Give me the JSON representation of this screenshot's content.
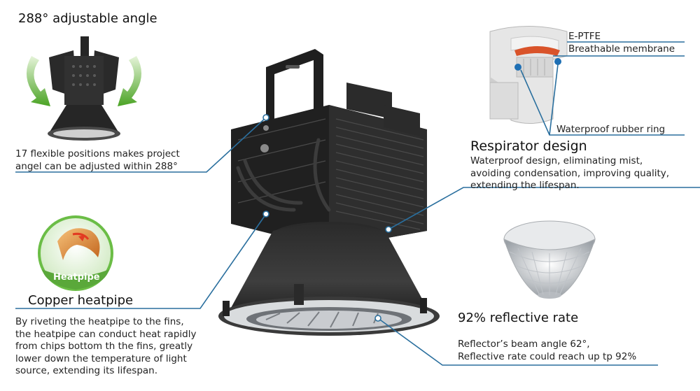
{
  "angle": {
    "title": "288° adjustable angle",
    "desc": "17 flexible positions makes project\nangel can be adjusted within 288°"
  },
  "membrane": {
    "eptfe_label": "E-PTFE",
    "membrane_label": "Breathable membrane",
    "ring_label": "Waterproof rubber ring"
  },
  "respirator": {
    "title": "Respirator design",
    "desc": "Waterproof design, eliminating mist,\navoiding condensation, improving quality,\nextending the lifespan."
  },
  "heatpipe": {
    "badge": "Heatpipe",
    "title": "Copper heatpipe",
    "desc": "By riveting the heatpipe to the fins,\nthe heatpipe can conduct heat rapidly\nfrom chips bottom th the fins, greatly\nlower down the temperature of light\nsource, extending its lifespan."
  },
  "reflective": {
    "title": "92% reflective rate",
    "desc": "Reflector’s beam angle 62°,\nReflective rate could reach up tp 92%"
  },
  "colors": {
    "callout_line": "#2a6f9e",
    "arrow_green": "#6fc23f",
    "badge_green": "#5aa83a",
    "lamp_dark": "#232323",
    "gasket_orange": "#d9532a"
  }
}
